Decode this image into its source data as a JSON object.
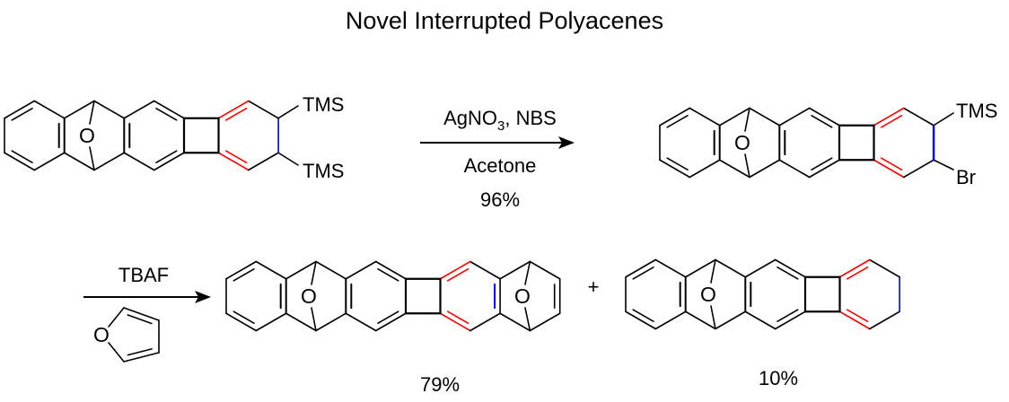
{
  "title": "Novel Interrupted Polyacenes",
  "step1": {
    "reagent_main": "AgNO",
    "reagent_sub": "3",
    "reagent_rest": ", NBS",
    "solvent": "Acetone",
    "yield": "96%"
  },
  "step2": {
    "reagent": "TBAF",
    "coreagent_atom": "O"
  },
  "plus": "+",
  "molecules": {
    "start": {
      "bridge_atom": "O",
      "sub_top": "TMS",
      "sub_bottom": "TMS"
    },
    "intermediate": {
      "bridge_atom": "O",
      "sub_top": "TMS",
      "sub_bottom": "Br"
    },
    "product_major": {
      "bridge_atom": "O",
      "bridge_atom_2": "O",
      "yield": "79%"
    },
    "product_minor": {
      "bridge_atom": "O",
      "yield": "10%"
    }
  },
  "colors": {
    "bond": "#000000",
    "highlight_red": "#ff0000",
    "highlight_blue": "#0000ff"
  }
}
